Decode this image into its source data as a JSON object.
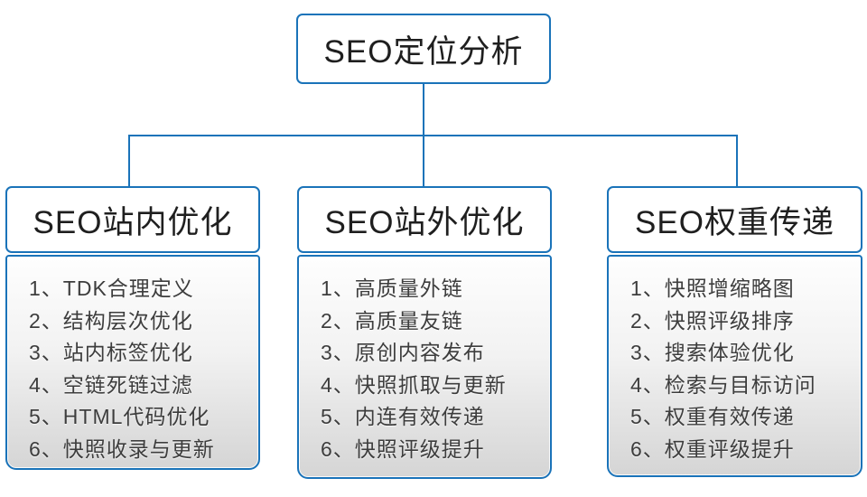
{
  "root": {
    "label": "SEO定位分析"
  },
  "columns": [
    {
      "header": "SEO站内优化",
      "items": [
        "1、TDK合理定义",
        "2、结构层次优化",
        "3、站内标签优化",
        "4、空链死链过滤",
        "5、HTML代码优化",
        "6、快照收录与更新"
      ]
    },
    {
      "header": "SEO站外优化",
      "items": [
        "1、高质量外链",
        "2、高质量友链",
        "3、原创内容发布",
        "4、快照抓取与更新",
        "5、内连有效传递",
        "6、快照评级提升"
      ]
    },
    {
      "header": "SEO权重传递",
      "items": [
        "1、快照增缩略图",
        "2、快照评级排序",
        "3、搜索体验优化",
        "4、检索与目标访问",
        "5、权重有效传递",
        "6、权重评级提升"
      ]
    }
  ],
  "colors": {
    "accent_blue": "#1a73b9",
    "header_text": "#1f1f1f",
    "list_text": "#3d3d3d",
    "panel_gradient_top": "#fefefe",
    "panel_gradient_bottom": "#d5d5d5"
  }
}
